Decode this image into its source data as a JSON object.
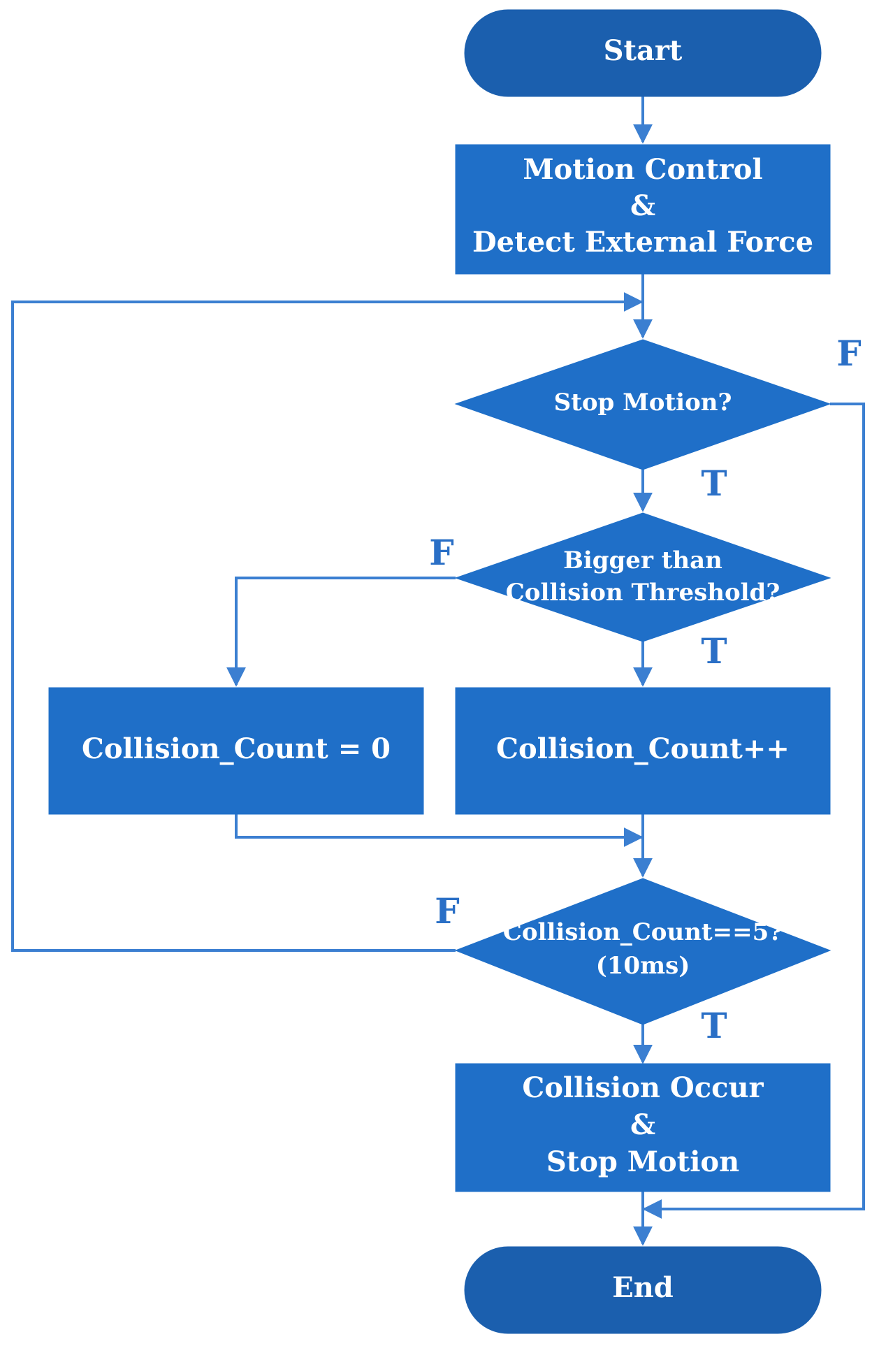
{
  "nodes": {
    "start": "Start",
    "motion_control": [
      "Motion Control",
      "&",
      "Detect External Force"
    ],
    "stop_motion_q": "Stop Motion?",
    "bigger_threshold_q": [
      "Bigger than",
      "Collision Threshold?"
    ],
    "count_reset": "Collision_Count = 0",
    "count_increment": "Collision_Count++",
    "count_eq5_q": [
      "Collision_Count==5?",
      "(10ms)"
    ],
    "collision_occur": [
      "Collision Occur",
      "&",
      "Stop Motion"
    ],
    "end": "End"
  },
  "edge_labels": {
    "stop_motion_false": "F",
    "stop_motion_true": "T",
    "threshold_false": "F",
    "threshold_true": "T",
    "count5_false": "F",
    "count5_true": "T"
  },
  "colors": {
    "box": "#1f6fc8",
    "terminal": "#1b5fae",
    "edge": "#3b7fd1",
    "label": "#2a6fc6"
  }
}
